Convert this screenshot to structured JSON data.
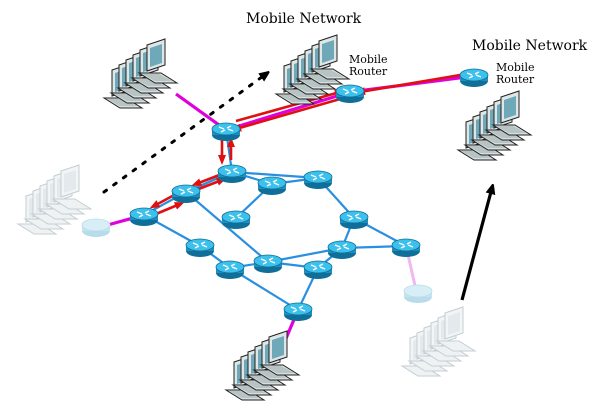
{
  "labels": {
    "network_left": "Mobile Network",
    "network_right": "Mobile Network",
    "router_left_line1": "Mobile",
    "router_left_line2": "Router",
    "router_right_line1": "Mobile",
    "router_right_line2": "Router"
  },
  "colors": {
    "background": "#ffffff",
    "link_blue": "#2a8fe0",
    "access_link": "#e000d8",
    "faded_link": "#f2b6f0",
    "signal_arrow": "#e01010",
    "movement_arrow": "#000000",
    "router_body": "#26a6d8",
    "router_dark": "#0f6f98",
    "laptop_screen": "#6aa8b8",
    "laptop_body": "#d8e0e0",
    "ghost": "#d4dde2"
  },
  "icons": {
    "router": "router-icon",
    "laptop_group": "laptop-group-icon",
    "movement": "movement-arrow-icon"
  }
}
